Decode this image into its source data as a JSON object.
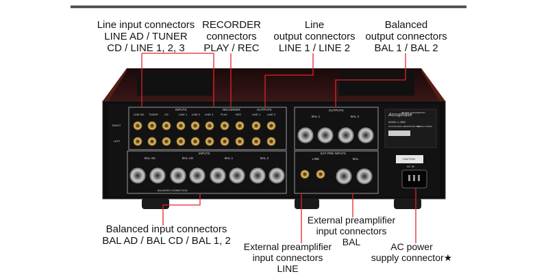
{
  "callouts": {
    "line_input": "Line input connectors\nLINE AD / TUNER\nCD / LINE 1, 2, 3",
    "recorder": "RECORDER\nconnectors\nPLAY / REC",
    "line_output": "Line\noutput connectors\nLINE 1 / LINE 2",
    "balanced_output": "Balanced\noutput connectors\nBAL 1 / BAL 2",
    "balanced_input": "Balanced input connectors\nBAL AD / BAL CD / BAL 1, 2",
    "ext_pre_bal": "External preamplifier\ninput connectors\nBAL",
    "ext_pre_line": "External preamplifier\ninput connectors\nLINE",
    "ac_power": "AC power\nsupply connector★"
  },
  "panel": {
    "inputs": "INPUTS",
    "recorder": "RECORDER",
    "outputs": "OUTPUTS",
    "ext_pre_inputs": "EXT PRE INPUTS",
    "rca_labels": [
      "LINE AD",
      "TUNER",
      "CD",
      "LINE 1",
      "LINE 2",
      "LINE 3",
      "PLAY",
      "REC",
      "LINE 1",
      "LINE 2"
    ],
    "right": "RIGHT",
    "left": "LEFT",
    "bal_in_groups": [
      "BAL AD",
      "BAL CD",
      "BAL 1",
      "BAL 2"
    ],
    "bal_out_groups": [
      "BAL 1",
      "BAL 2"
    ],
    "ext_line": "LINE",
    "ext_bal": "BAL",
    "balanced_connection": "BALANCED CONNECTION",
    "brand": "Accuphase",
    "power_consumption": "POWER CONSUMPTION",
    "model": "MODEL C-2850",
    "maker": "ACCUPHASE LABORATORY, INC.",
    "made_in": "MADE IN JAPAN",
    "caution": "CAUTION",
    "ac_in": "AC IN"
  }
}
